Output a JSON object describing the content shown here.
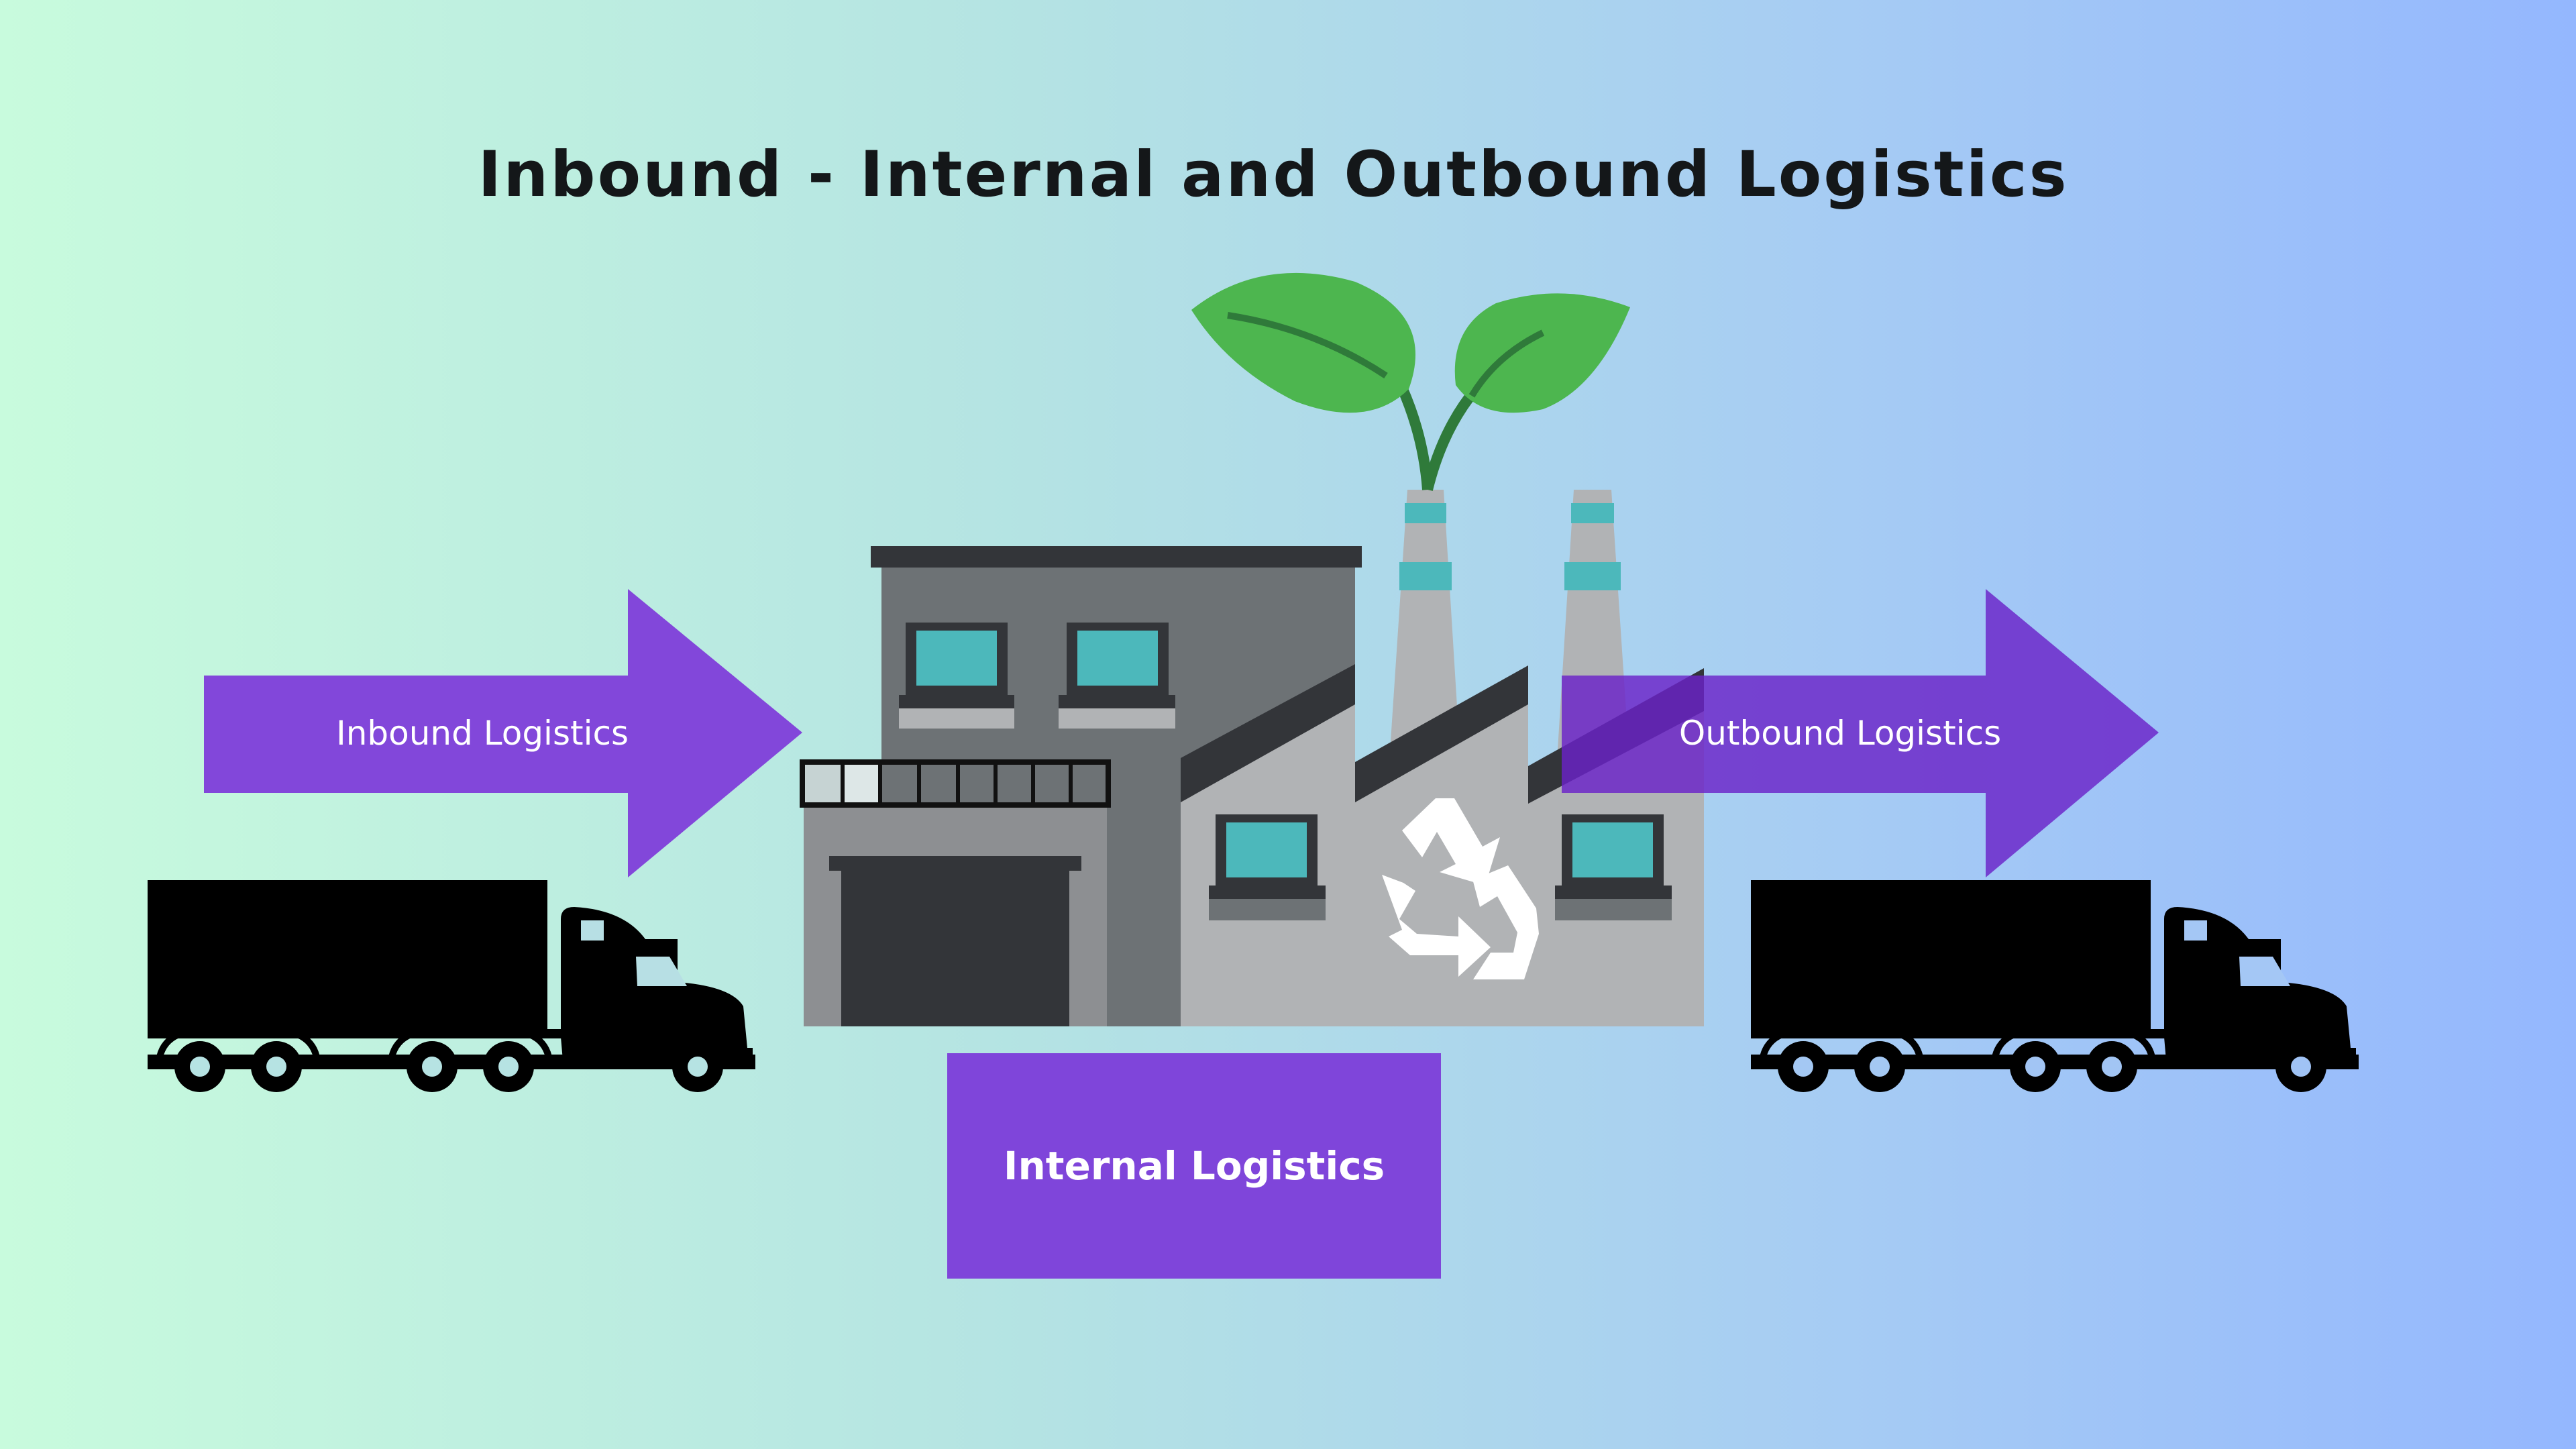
{
  "title": "Inbound - Internal and Outbound Logistics",
  "flow": {
    "inbound": {
      "label": "Inbound Logistics"
    },
    "internal": {
      "label": "Internal Logistics"
    },
    "outbound": {
      "label": "Outbound Logistics"
    }
  },
  "icons": {
    "left_truck": "truck-icon",
    "right_truck": "truck-icon",
    "factory": "factory-icon",
    "plant": "leaf-sprout-icon",
    "recycle": "recycle-icon"
  },
  "colors": {
    "arrow": "#8247da",
    "arrow_dark": "#6a22c8",
    "internal_box": "#7f45da",
    "leaf": "#4db64f",
    "leaf_vein": "#2f7a3a",
    "window": "#4cb8bb",
    "building_dark": "#6d7275",
    "building_light": "#b1b3b5",
    "door": "#333539",
    "truck": "#000000",
    "title": "#141719"
  }
}
